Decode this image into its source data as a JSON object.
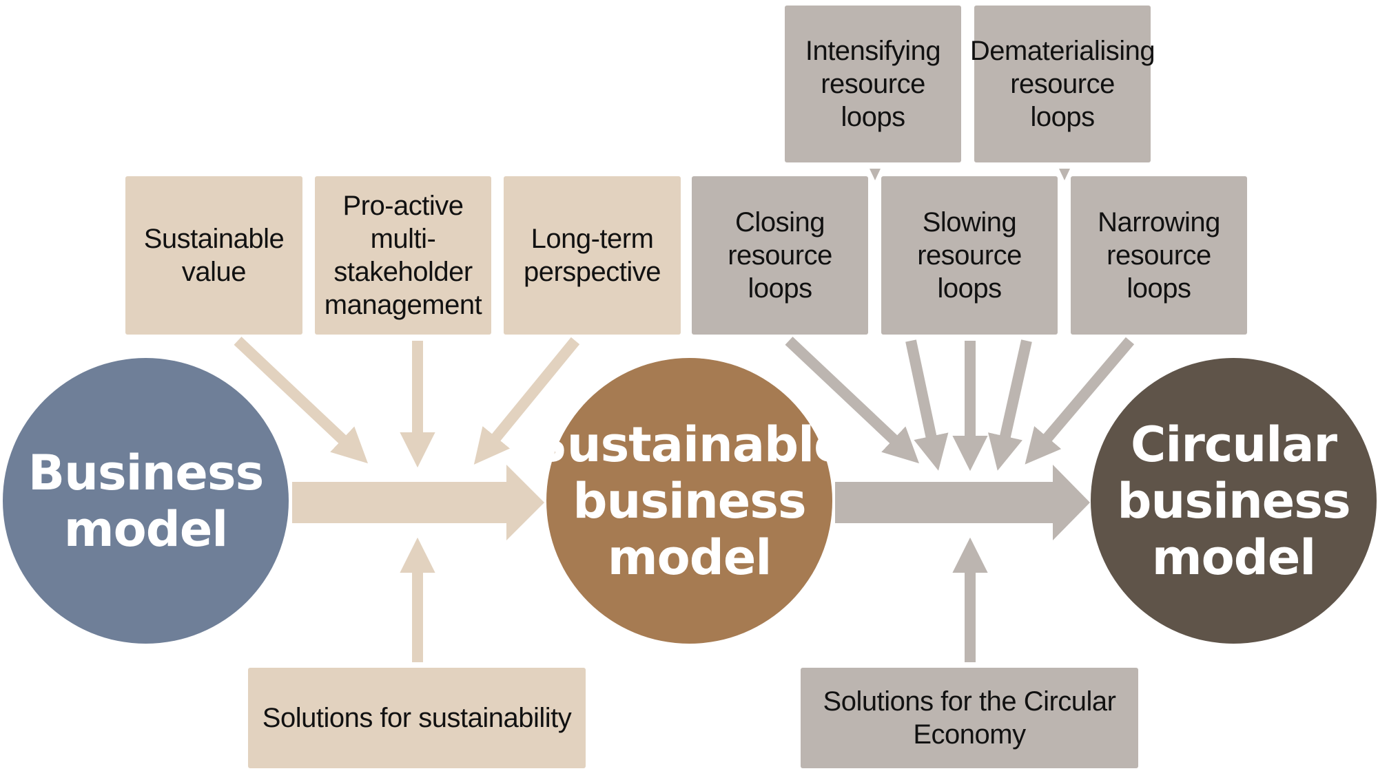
{
  "colors": {
    "business": "#6f7f98",
    "sustainable": "#a67b52",
    "circular": "#5f5449",
    "beige_box": "#e2d2bf",
    "grey_box": "#bcb5b0"
  },
  "circles": {
    "business": "Business\nmodel",
    "sustainable": "Sustainable\nbusiness\nmodel",
    "circular": "Circular\nbusiness\nmodel"
  },
  "sustainability_factors": [
    "Sustainable\nvalue",
    "Pro-active\nmulti-\nstakeholder\nmanagement",
    "Long-term\nperspective"
  ],
  "loop_types": [
    "Closing\nresource\nloops",
    "Slowing\nresource\nloops",
    "Narrowing\nresource\nloops"
  ],
  "loop_subtypes": [
    "Intensifying\nresource\nloops",
    "Dematerialising\nresource\nloops"
  ],
  "solutions": {
    "sustainability": "Solutions for sustainability",
    "circular": "Solutions for the Circular\nEconomy"
  }
}
